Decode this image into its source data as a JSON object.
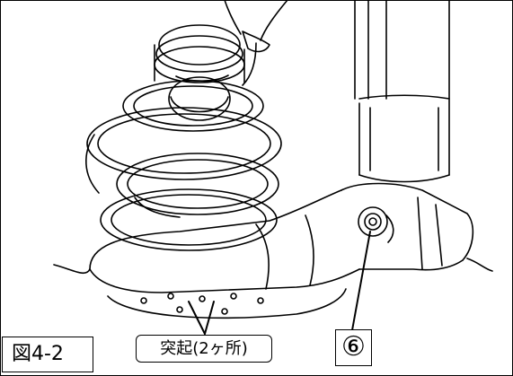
{
  "figure_label": "図4-2",
  "callout_label": "突起(2ヶ所)",
  "part_number": "⑥",
  "colors": {
    "line": "#000000",
    "background": "#ffffff"
  }
}
